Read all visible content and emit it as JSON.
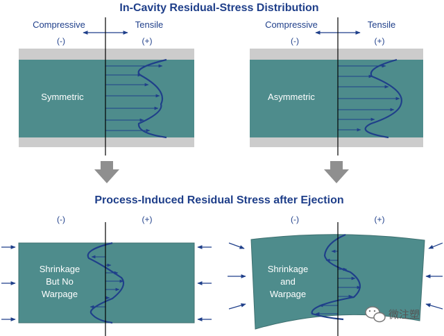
{
  "diagram": {
    "top_title": "In-Cavity Residual-Stress Distribution",
    "bottom_title": "Process-Induced Residual Stress after Ejection",
    "compressive_label": "Compressive",
    "tensile_label": "Tensile",
    "negative_sign": "(-)",
    "positive_sign": "(+)",
    "panels": {
      "symmetric": "Symmetric",
      "asymmetric": "Asymmetric",
      "shrinkage_no_warpage": [
        "Shrinkage",
        "But No",
        "Warpage"
      ],
      "shrinkage_and_warpage": [
        "Shrinkage",
        "and",
        "Warpage"
      ]
    },
    "watermark": "微注塑"
  },
  "colors": {
    "part_fill": "#4e8c8c",
    "mold_gray": "#cccccc",
    "stress_curve": "#1f3f8a",
    "title_text": "#1f3f8a",
    "down_arrow": "#8f8f8f"
  },
  "icons": [
    "down-arrow-icon",
    "wechat-icon"
  ]
}
